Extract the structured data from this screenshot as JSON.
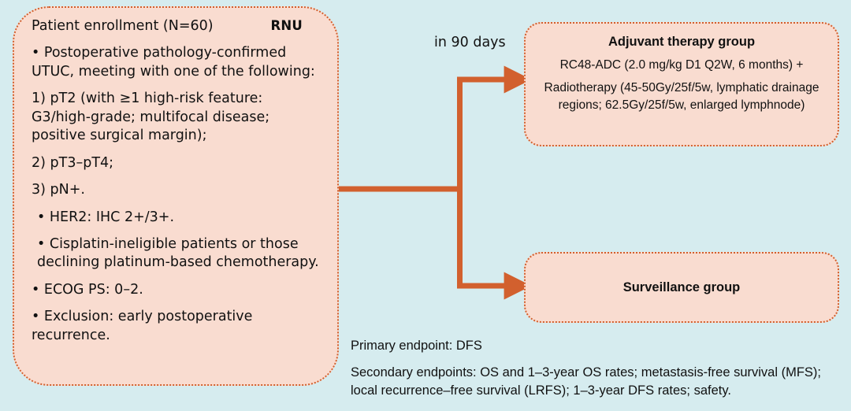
{
  "colors": {
    "background": "#d6ecef",
    "box_fill": "#f9dcd0",
    "box_border": "#d2602e",
    "connector": "#d2602e",
    "text": "#111111"
  },
  "enrollment": {
    "title": "Patient enrollment (N=60)",
    "procedure_label": "RNU",
    "criteria": [
      "• Postoperative pathology-confirmed UTUC, meeting with one of the following:",
      "1) pT2 (with ≥1 high-risk feature: G3/high-grade; multifocal disease; positive surgical margin);",
      "2) pT3–pT4;",
      "3) pN+.",
      "• HER2: IHC 2+/3+.",
      "• Cisplatin-ineligible patients or those declining platinum-based chemotherapy.",
      "• ECOG PS: 0–2.",
      "• Exclusion: early postoperative recurrence."
    ]
  },
  "connector": {
    "timing_label": "in 90 days"
  },
  "adjuvant_group": {
    "title": "Adjuvant therapy group",
    "line1": "RC48-ADC (2.0 mg/kg D1 Q2W, 6 months) +",
    "line2": "Radiotherapy (45-50Gy/25f/5w, lymphatic drainage regions; 62.5Gy/25f/5w, enlarged lymphnode)"
  },
  "surveillance_group": {
    "title": "Surveillance group"
  },
  "endpoints": {
    "primary": "Primary endpoint: DFS",
    "secondary": "Secondary endpoints: OS and 1–3-year OS rates; metastasis-free survival (MFS); local recurrence–free survival (LRFS); 1–3-year DFS rates; safety."
  }
}
